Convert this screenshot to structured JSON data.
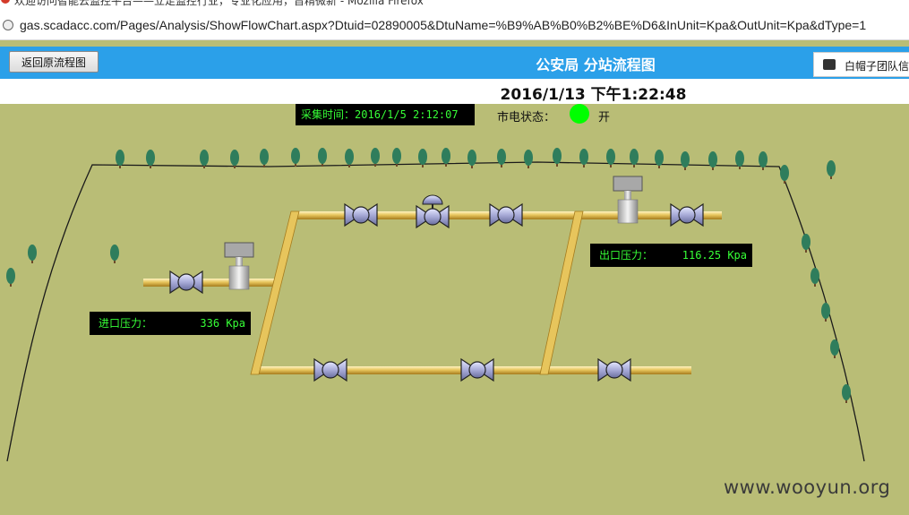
{
  "browser": {
    "window_title": "欢迎访问智能云监控平台——立足监控行业，专业化应用，旨精微新 - Mozilla Firefox",
    "url": "gas.scadacc.com/Pages/Analysis/ShowFlowChart.aspx?Dtuid=02890005&DtuName=%B9%AB%B0%B2%BE%D6&InUnit=Kpa&OutUnit=Kpa&dType=1"
  },
  "header": {
    "back_label": "返回原流程图",
    "title": "公安局 分站流程图",
    "side_tab_label": "白帽子团队信"
  },
  "status": {
    "datetime": "2016/1/13 下午1:22:48",
    "collect_label": "采集时间：",
    "collect_time": "2016/1/5 2:12:07",
    "power_label": "市电状态：",
    "power_state": "开",
    "power_color": "#00ff00"
  },
  "readouts": {
    "inlet_label": "进口压力：",
    "inlet_value": "336 Kpa",
    "outlet_label": "出口压力：",
    "outlet_value": "116.25 Kpa"
  },
  "colors": {
    "header_bg": "#2ba0e9",
    "field_bg": "#b9bd76",
    "pipe": "#e7c55c",
    "display_text": "#37ff37"
  },
  "watermark": "www.wooyun.org"
}
